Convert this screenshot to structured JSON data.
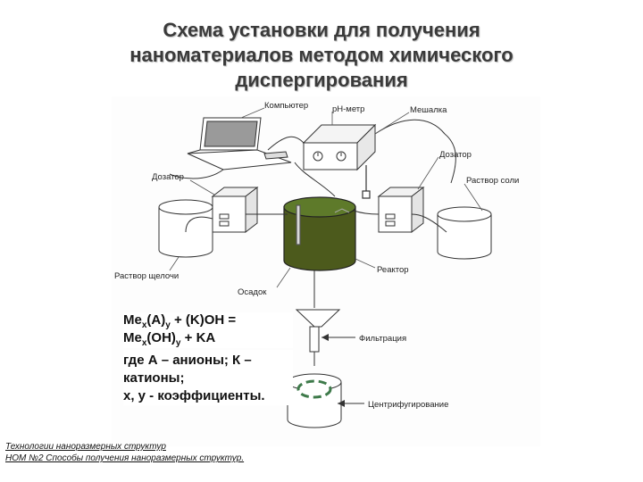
{
  "title": {
    "line1": "Схема установки для получения",
    "line2": "наноматериалов методом химического",
    "line3": "диспергирования"
  },
  "labels": {
    "computer": "Компьютер",
    "ph_meter": "pH-метр",
    "stirrer": "Мешалка",
    "dispenser_left": "Дозатор",
    "dispenser_right": "Дозатор",
    "salt_solution": "Раствор соли",
    "alkali_solution": "Раствор щелочи",
    "reactor": "Реактор",
    "sediment": "Осадок",
    "filtration": "Фильтрация",
    "centrifuging": "Центрифугирование"
  },
  "equation": {
    "me1": "Me",
    "x1": "x",
    "a": "(A)",
    "y1": "y",
    "mid": " + (K)OH = Me",
    "x2": "x",
    "oh": "(OH)",
    "y2": "y",
    "tail": " + KA"
  },
  "note": {
    "line1": "где А – анионы; К – катионы;",
    "line2": "x, y - коэффициенты."
  },
  "footer": {
    "line1": "Технологии наноразмерных структур",
    "line2": "НОМ №2 Способы получения наноразмерных структур."
  },
  "colors": {
    "reactor_liquid": "#4c5a1c",
    "reactor_top": "#5e7a2a",
    "line": "#333333",
    "title_text": "#3a3a3a",
    "centrifuge_marks": "#3e7a4a"
  }
}
